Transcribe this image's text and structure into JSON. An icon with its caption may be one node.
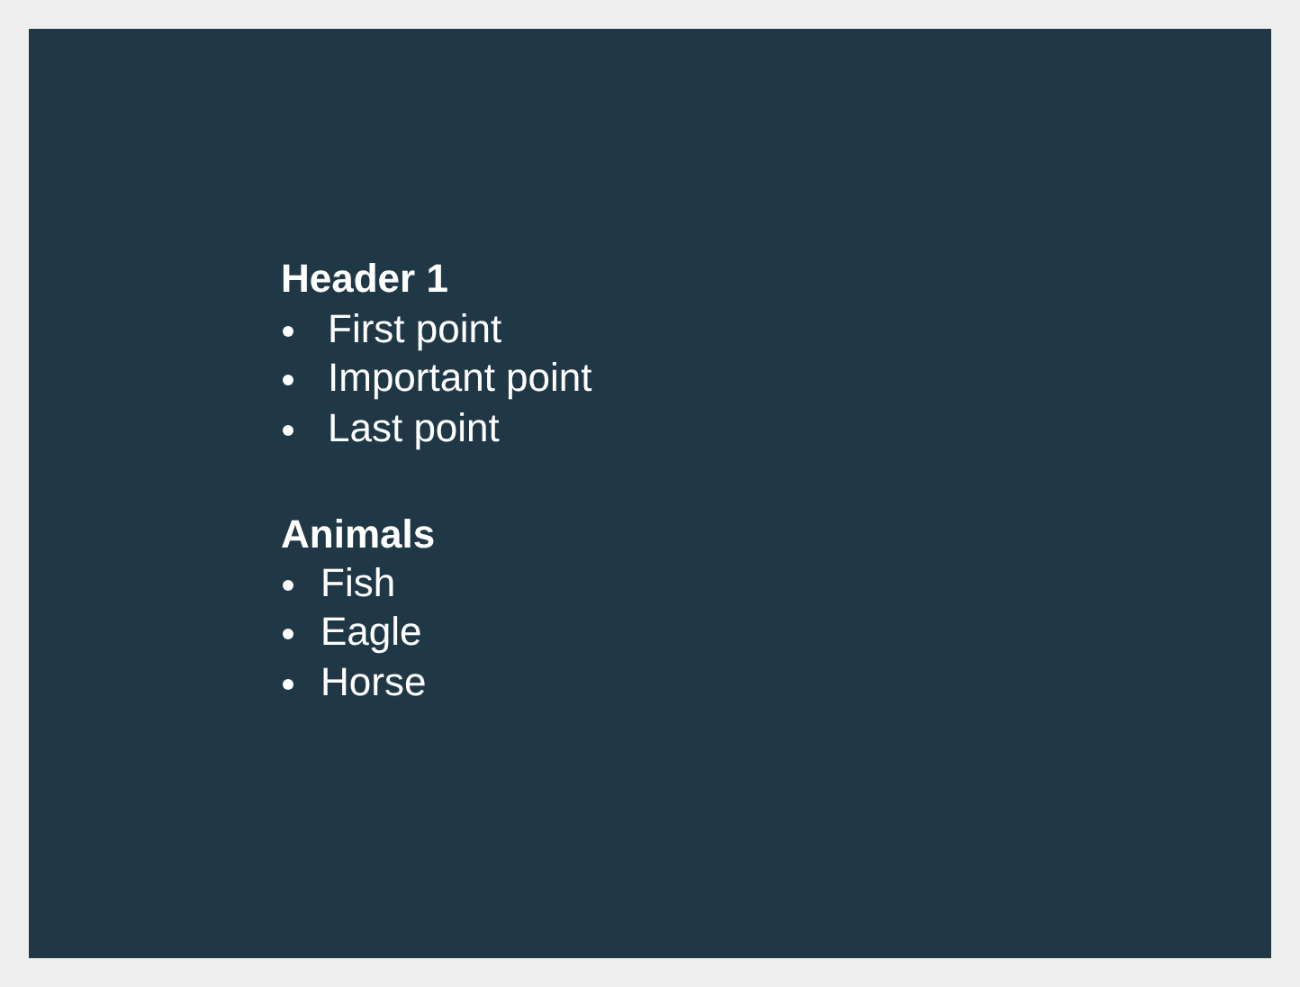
{
  "diagram": {
    "labels": [
      "Header 1",
      "First point",
      "Important point",
      "Last point",
      "Animals",
      "Fish",
      "Eagle",
      "Horse"
    ]
  }
}
